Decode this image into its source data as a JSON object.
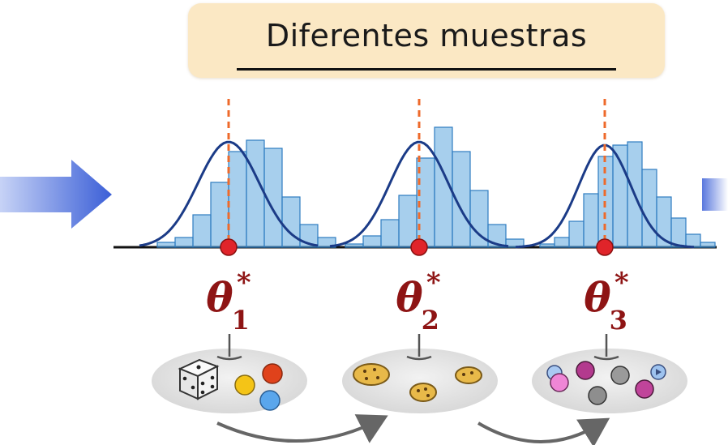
{
  "title": "Diferentes muestras",
  "estimates": [
    {
      "symbol": "θ",
      "subscript": "1",
      "superscript": "*"
    },
    {
      "symbol": "θ",
      "subscript": "2",
      "superscript": "*"
    },
    {
      "symbol": "θ",
      "subscript": "3",
      "superscript": "*"
    }
  ],
  "samples": [
    {
      "contents": [
        "die-icon",
        "red-ball-icon",
        "yellow-ball-icon",
        "blue-ball-icon"
      ]
    },
    {
      "contents": [
        "cookie-icon",
        "cookie-icon",
        "cookie-icon"
      ]
    },
    {
      "contents": [
        "purple-ball-icon",
        "pink-ball-icon",
        "gray-ball-icon",
        "blue-ball-icon"
      ]
    }
  ],
  "colors": {
    "title_bg": "#fbe8c4",
    "histogram_fill": "#5fa8df",
    "curve": "#1b3b87",
    "estimate_marker": "#e0242a",
    "dashed_line": "#ee6a2b",
    "theta_text": "#8e1414",
    "arrow": "#3e63d6"
  }
}
